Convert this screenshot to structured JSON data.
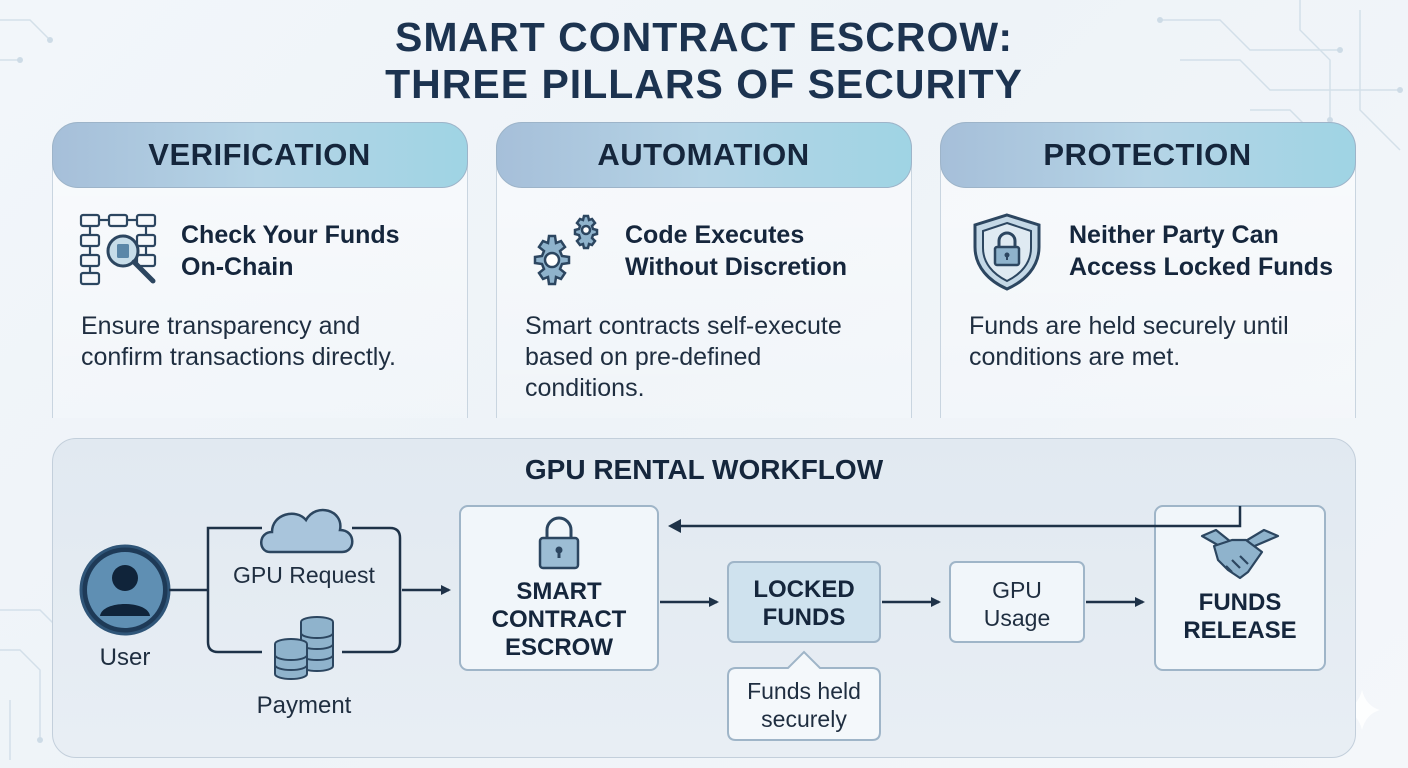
{
  "title": {
    "line1": "SMART CONTRACT ESCROW:",
    "line2": "THREE PILLARS OF SECURITY"
  },
  "pillars": [
    {
      "heading": "VERIFICATION",
      "icon": "blockchain-magnifier-icon",
      "subheading_line1": "Check Your Funds",
      "subheading_line2": "On-Chain",
      "desc_line1": "Ensure transparency and",
      "desc_line2": "confirm transactions directly."
    },
    {
      "heading": "AUTOMATION",
      "icon": "gears-icon",
      "subheading_line1": "Code Executes",
      "subheading_line2": "Without Discretion",
      "desc_line1": "Smart contracts self-execute",
      "desc_line2": "based on pre-defined",
      "desc_line3": "conditions."
    },
    {
      "heading": "PROTECTION",
      "icon": "shield-lock-icon",
      "subheading_line1": "Neither Party Can",
      "subheading_line2": "Access Locked Funds",
      "desc_line1": "Funds are held securely until",
      "desc_line2": "conditions are met."
    }
  ],
  "workflow": {
    "title": "GPU RENTAL WORKFLOW",
    "user_label": "User",
    "gpu_request_label": "GPU Request",
    "payment_label": "Payment",
    "escrow_line1": "SMART",
    "escrow_line2": "CONTRACT",
    "escrow_line3": "ESCROW",
    "locked_line1": "LOCKED",
    "locked_line2": "FUNDS",
    "held_line1": "Funds held",
    "held_line2": "securely",
    "usage_line1": "GPU",
    "usage_line2": "Usage",
    "release_line1": "FUNDS",
    "release_line2": "RELEASE"
  },
  "colors": {
    "title": "#1c3350",
    "accent": "#3f6f94",
    "header_gradient_start": "#a6bfd9",
    "header_gradient_end": "#9fd4e4",
    "arrow": "#1e3248"
  }
}
